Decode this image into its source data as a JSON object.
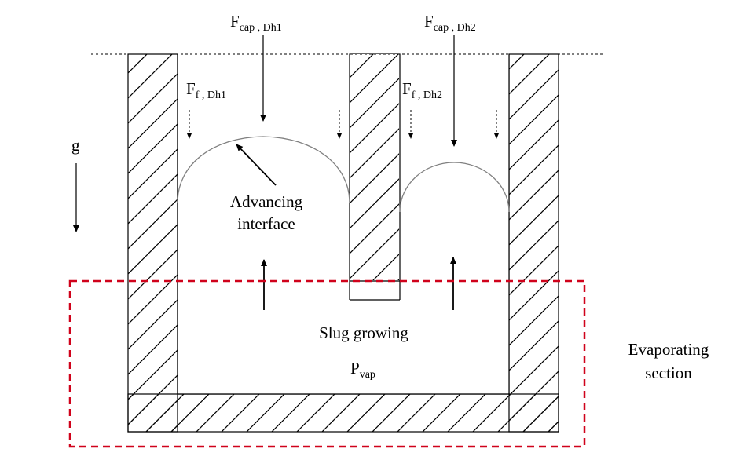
{
  "labels": {
    "fcap1": {
      "main": "F",
      "sub": "cap , Dh1"
    },
    "fcap2": {
      "main": "F",
      "sub": "cap , Dh2"
    },
    "ff1": {
      "main": "F",
      "sub": "f , Dh1"
    },
    "ff2": {
      "main": "F",
      "sub": "f , Dh2"
    },
    "gravity": "g",
    "interface_line1": "Advancing",
    "interface_line2": "interface",
    "slug": "Slug growing",
    "pvap": {
      "main": "P",
      "sub": "vap"
    },
    "section_line1": "Evaporating",
    "section_line2": "section"
  },
  "colors": {
    "line": "#000000",
    "interface": "#808080",
    "evaporating_box": "#d0021b"
  }
}
